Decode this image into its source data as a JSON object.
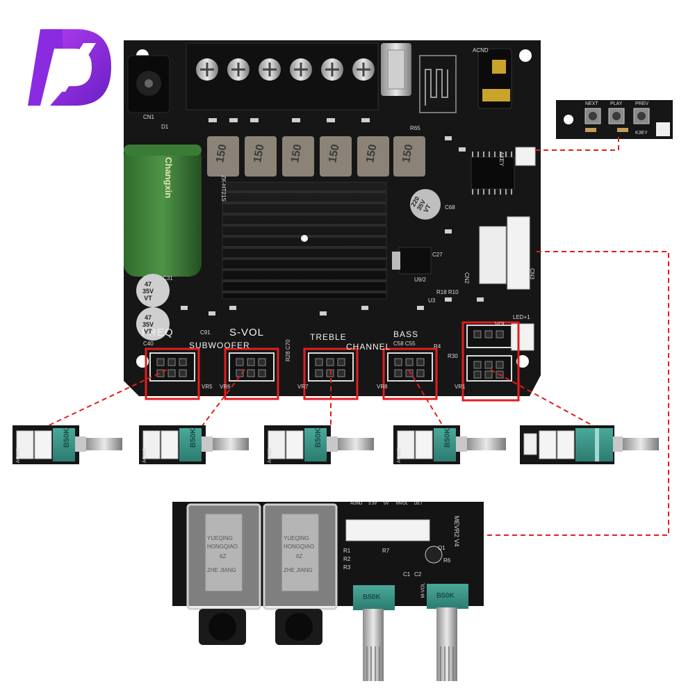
{
  "image": {
    "background": "#ffffff",
    "accent_red": "#e21d1d",
    "board_color": "#141414",
    "logo_color": "#8a2be2"
  },
  "main_board": {
    "labels": {
      "freq": "FREQ",
      "svol": "S-VOL",
      "subwoofer": "SUBWOOFER",
      "treble": "TREBLE",
      "channel": "CHANNEL",
      "bass": "BASS",
      "vol": "VOL",
      "model": "ZK-HT21S",
      "cn1": "CN1",
      "cn2": "CN2",
      "cn3": "CN3",
      "led": "LED+1",
      "u9": "U9/2",
      "u3": "U3",
      "c40": "C40",
      "c91": "C91",
      "c58": "C58 C55",
      "vr5": "VR5",
      "vr6": "VR6",
      "vr7": "VR7",
      "vr8": "VR8",
      "vr1": "VR1",
      "r28": "R28 C70",
      "r30": "R30",
      "r4": "R4",
      "r31": "C31",
      "r65": "R65",
      "akey": "AKEY",
      "acnd": "ACND",
      "d1": "D1",
      "c27": "C27",
      "c68": "C68",
      "r18": "R18 R10"
    },
    "inductor_label": "150",
    "capacitor_big": "Changxin",
    "capacitor_small": [
      "47\n35V\nVT",
      "47\n35V\nVT"
    ],
    "capacitor_top": "220\n35V\nVT"
  },
  "button_board": {
    "labels": [
      "NEXT",
      "PLAY",
      "PREV"
    ],
    "footer": "K3EY"
  },
  "potentiometers": [
    {
      "marking": "B50K",
      "side_label": "AC412"
    },
    {
      "marking": "B50K",
      "side_label": "AC412"
    },
    {
      "marking": "B50K",
      "side_label": "AC412"
    },
    {
      "marking": "B50K",
      "side_label": "AC412"
    },
    {
      "marking": "",
      "side_label": ""
    }
  ],
  "mic_board": {
    "model": "MEVR2 V4",
    "header_labels": [
      "AGND",
      "3.3V",
      "5V",
      "MVOL",
      "DET"
    ],
    "parts": [
      "R1",
      "R2",
      "R3",
      "R7",
      "Q1",
      "R6",
      "C1",
      "C2"
    ],
    "jack_text": [
      "YUEQING",
      "HONGQIAO",
      "6Z",
      "ZHE JIANG"
    ],
    "pot_markings": [
      "B50K",
      "B50K"
    ],
    "pot_labels": [
      "M-VOL",
      ""
    ]
  }
}
